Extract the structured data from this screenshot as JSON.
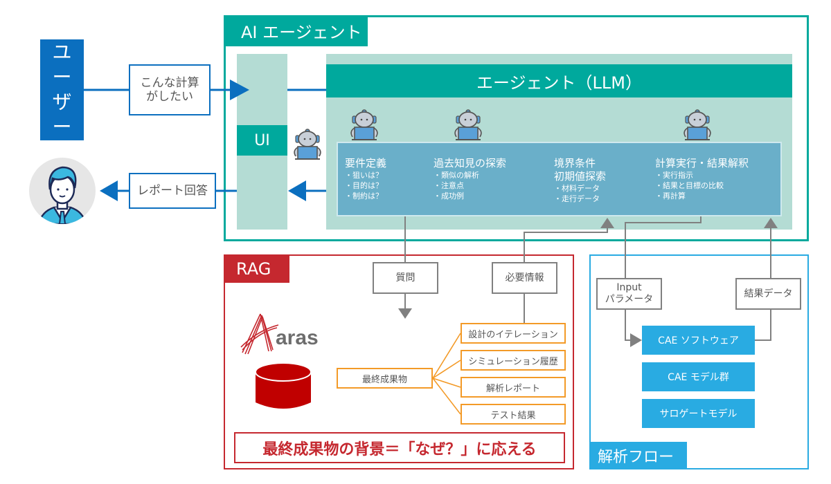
{
  "user": {
    "label_chars": [
      "ユ",
      "ー",
      "ザ",
      "ー"
    ],
    "request_label_line1": "こんな計算",
    "request_label_line2": "がしたい",
    "report_label": "レポート回答"
  },
  "ai_agent": {
    "title": "AI エージェント",
    "ui_label": "UI",
    "llm_title": "エージェント（LLM）",
    "tasks": [
      {
        "title_lines": [
          "要件定義"
        ],
        "bullets": [
          "・狙いは？",
          "・目的は？",
          "・制約は？"
        ]
      },
      {
        "title_lines": [
          "過去知見の探索"
        ],
        "bullets": [
          "・類似の解析",
          "・注意点",
          "・成功例"
        ]
      },
      {
        "title_lines": [
          "境界条件",
          "初期値探索"
        ],
        "bullets": [
          "・材料データ",
          "・走行データ"
        ]
      },
      {
        "title_lines": [
          "計算実行・結果解釈"
        ],
        "bullets": [
          "・実行指示",
          "・結果と目標の比較",
          "・再計算"
        ]
      }
    ]
  },
  "rag": {
    "title": "RAG",
    "question_label": "質問",
    "needed_info_label": "必要情報",
    "logo_text": "aras",
    "root_label": "最終成果物",
    "children": [
      "設計のイテレーション",
      "シミュレーション履歴",
      "解析レポート",
      "テスト結果"
    ],
    "note": "最終成果物の背景＝「なぜ？」に応える"
  },
  "analysis_flow": {
    "title": "解析フロー",
    "input_label_line1": "Input",
    "input_label_line2": "パラメータ",
    "result_label": "結果データ",
    "tools": [
      "CAE ソフトウェア",
      "CAE モデル群",
      "サロゲートモデル"
    ]
  },
  "colors": {
    "user_blue": "#0b6fbf",
    "agent_teal": "#00a99d",
    "agent_light": "#b4dcd4",
    "task_blue": "#6aafc9",
    "rag_red": "#c5282f",
    "orange": "#f39a27",
    "flow_blue": "#29abe2",
    "arrow_gray": "#808080"
  }
}
